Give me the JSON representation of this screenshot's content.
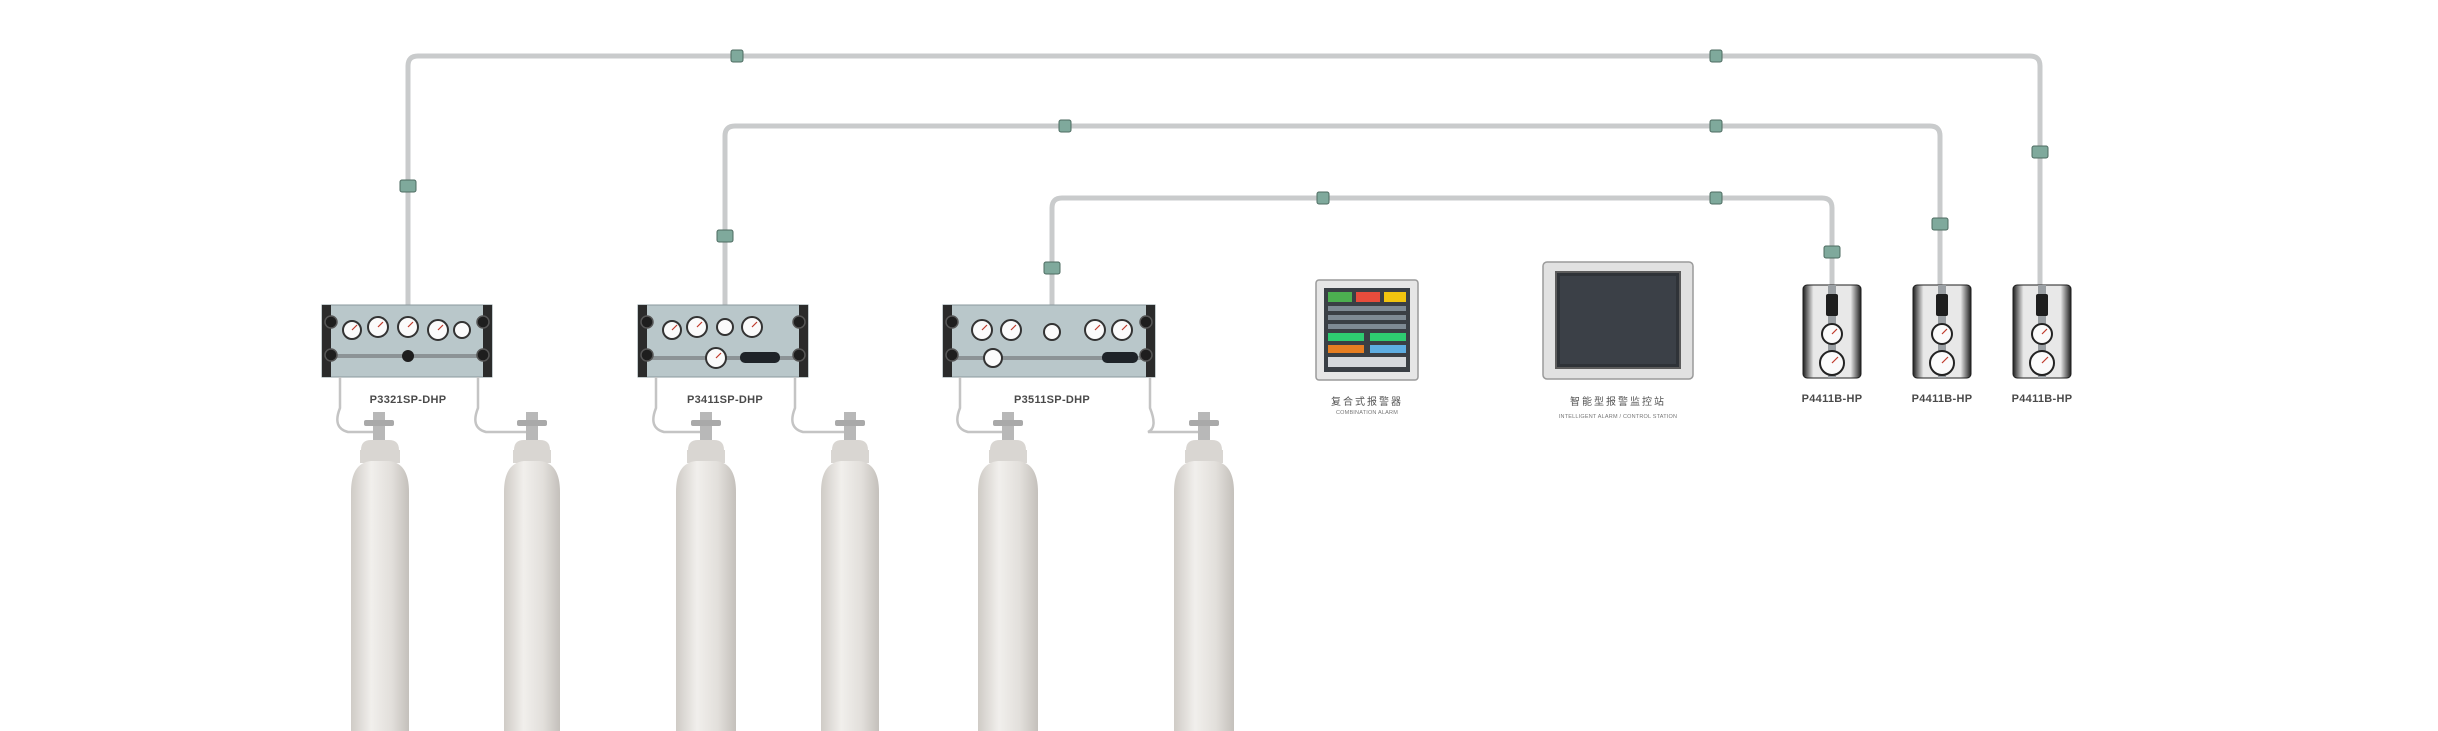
{
  "panels": [
    {
      "model": "P3321SP-DHP"
    },
    {
      "model": "P3411SP-DHP"
    },
    {
      "model": "P3511SP-DHP"
    }
  ],
  "alarm": {
    "name_cn": "复合式报警器",
    "name_en": "COMBINATION ALARM"
  },
  "station": {
    "name_cn": "智能型报警监控站",
    "name_en": "INTELLIGENT ALARM / CONTROL STATION"
  },
  "points": [
    {
      "model": "P4411B-HP"
    },
    {
      "model": "P4411B-HP"
    },
    {
      "model": "P4411B-HP"
    }
  ],
  "colors": {
    "pipe": "#c9cbcc",
    "clamp": "#7fa99c",
    "cylinder": "#e4e1dd",
    "panel_plate": "#b9c7ca",
    "frame": "#2b2b2b",
    "screen": "#2f3338"
  }
}
